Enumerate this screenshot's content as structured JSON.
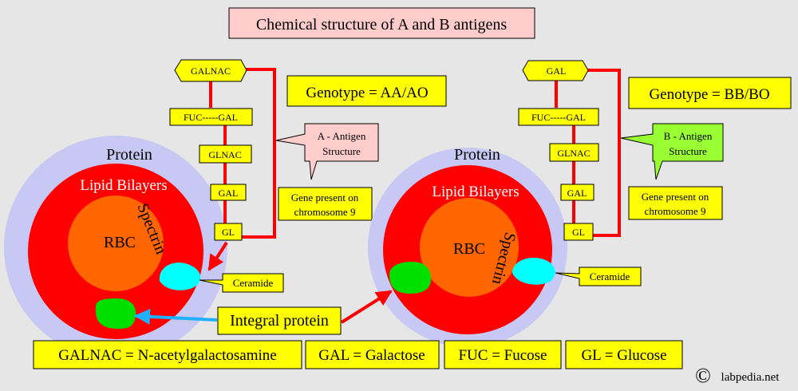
{
  "title": "Chemical structure of A and B antigens",
  "left": {
    "protein_label": "Protein",
    "lipid_label": "Lipid Bilayers",
    "rbc_label": "RBC",
    "spectrin_label": "Spectrin",
    "chain": [
      "GALNAC",
      "FUC-----GAL",
      "GLNAC",
      "GAL",
      "GL"
    ],
    "genotype": "Genotype = AA/AO",
    "antigen_line1": "A - Antigen",
    "antigen_line2": "Structure",
    "gene_line1": "Gene present on",
    "gene_line2": "chromosome 9",
    "ceramide": "Ceramide"
  },
  "right": {
    "protein_label": "Protein",
    "lipid_label": "Lipid Bilayers",
    "rbc_label": "RBC",
    "spectrin_label": "Spectrin",
    "chain": [
      "GAL",
      "FUC-----GAL",
      "GLNAC",
      "GAL",
      "GL"
    ],
    "genotype": "Genotype = BB/BO",
    "antigen_line1": "B - Antigen",
    "antigen_line2": "Structure",
    "gene_line1": "Gene present on",
    "gene_line2": "chromosome 9",
    "ceramide": "Ceramide"
  },
  "integral_protein": "Integral protein",
  "legend": [
    "GALNAC = N-acetylgalactosamine",
    "GAL = Galactose",
    "FUC = Fucose",
    "GL = Glucose"
  ],
  "copyright_symbol": "©",
  "watermark": "labpedia.net",
  "colors": {
    "background": "#e6e6e6",
    "protein": "#c8c8f4",
    "lipid": "#ff0000",
    "rbc": "#ff6600",
    "ceramide": "#00ffff",
    "integral": "#00e000",
    "label_yellow": "#ffff00",
    "title_pink": "#ffcccc",
    "a_callout": "#ffcccc",
    "b_callout": "#99ff33"
  }
}
